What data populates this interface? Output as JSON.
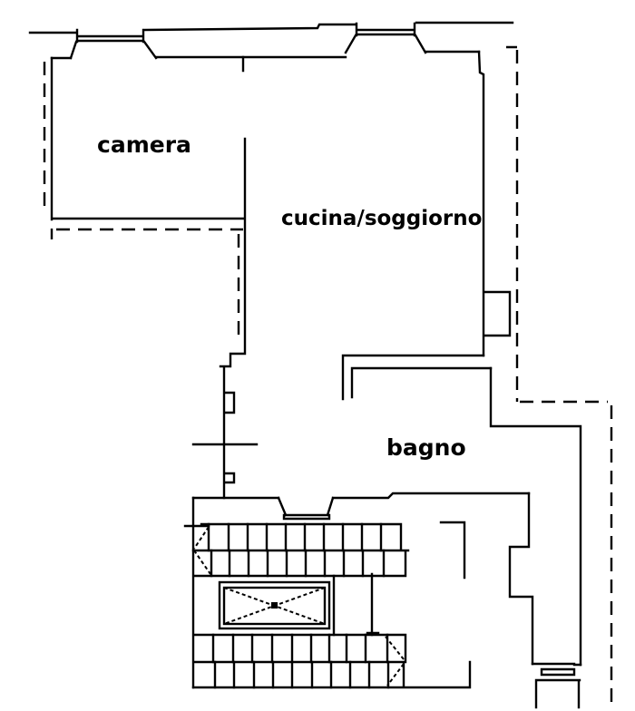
{
  "floor_plan": {
    "background_color": "#ffffff",
    "wall_color": "#000000",
    "rooms": [
      {
        "name": "camera",
        "label": "camera"
      },
      {
        "name": "cucina-soggiorno",
        "label": "cucina/soggiorno"
      },
      {
        "name": "bagno",
        "label": "bagno"
      }
    ],
    "features": [
      {
        "name": "window-top-left",
        "type": "window"
      },
      {
        "name": "window-top-right",
        "type": "window"
      },
      {
        "name": "window-stair-landing",
        "type": "window"
      },
      {
        "name": "entry-door-window",
        "type": "window"
      },
      {
        "name": "elevator-shaft",
        "type": "elevator-x-box"
      },
      {
        "name": "staircase-upper-flight",
        "type": "stairs"
      },
      {
        "name": "staircase-lower-flight",
        "type": "stairs"
      },
      {
        "name": "door-axis-cross",
        "type": "cross-marker"
      },
      {
        "name": "property-boundary",
        "type": "dashed-outline"
      }
    ]
  }
}
